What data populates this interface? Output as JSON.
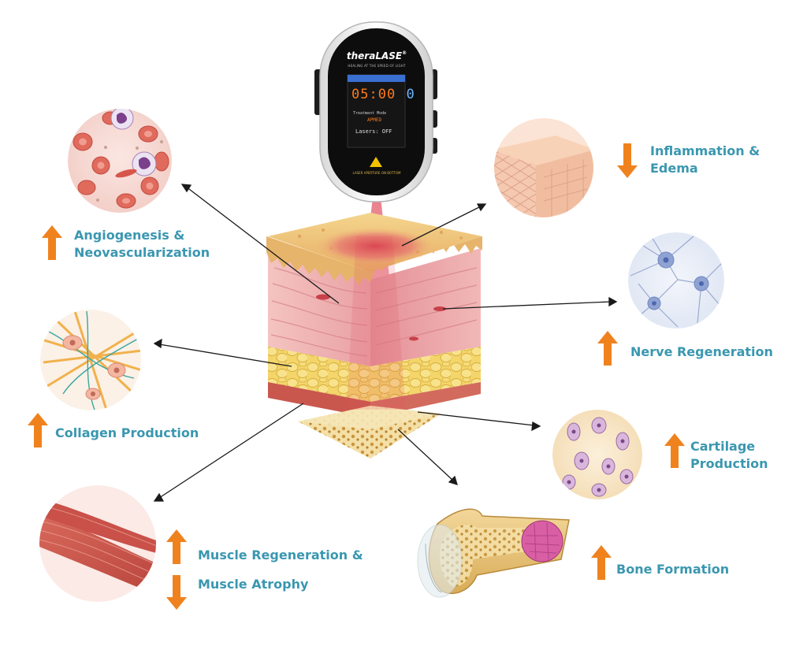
{
  "device": {
    "brand": "theraLASE",
    "trademark": "®",
    "tagline": "HEALING AT THE SPEED OF LIGHT",
    "timer": "05:00",
    "timer_digit": "0",
    "mode_label": "Treatment Mode",
    "mode_value": "APMED",
    "lasers_label": "Lasers:",
    "lasers_value": "OFF",
    "aperture_label": "LASER APERTURE ON BOTTOM"
  },
  "effects": [
    {
      "id": "angiogenesis",
      "direction": "up",
      "line1": "Angiogenesis &",
      "line2": "Neovascularization"
    },
    {
      "id": "inflammation",
      "direction": "down",
      "line1": "Inflammation &",
      "line2": "Edema"
    },
    {
      "id": "nerve",
      "direction": "up",
      "line1": "Nerve Regeneration",
      "line2": ""
    },
    {
      "id": "collagen",
      "direction": "up",
      "line1": "Collagen Production",
      "line2": ""
    },
    {
      "id": "cartilage",
      "direction": "up",
      "line1": "Cartilage",
      "line2": "Production"
    },
    {
      "id": "muscle",
      "direction": "up",
      "line1": "Muscle Regeneration &",
      "line2": ""
    },
    {
      "id": "muscle_atrophy",
      "direction": "down",
      "line1": "Muscle Atrophy",
      "line2": ""
    },
    {
      "id": "bone",
      "direction": "up",
      "line1": "Bone Formation",
      "line2": ""
    }
  ],
  "colors": {
    "label_teal": "#3a97b0",
    "arrow_orange": "#f0821e",
    "skin_pink": "#e9a0a4",
    "fat_yellow": "#f1cf5c",
    "connector_black": "#1a1a1a"
  },
  "icons": {
    "increase": "orange-up-arrow-icon",
    "decrease": "orange-down-arrow-icon",
    "laser_warning": "laser-warning-triangle-icon"
  }
}
